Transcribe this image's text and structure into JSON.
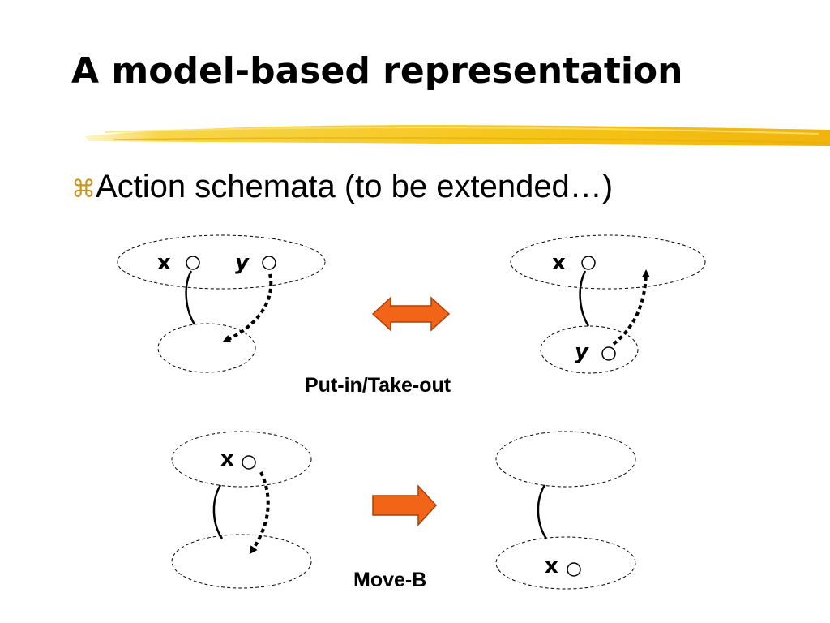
{
  "slide": {
    "title": "A model-based representation",
    "bullet_text": "Action schemata (to be extended…)",
    "bullet_glyph": "z",
    "accent_color": "#f5c518"
  },
  "diagram": {
    "put_in_take_out": {
      "caption": "Put-in/Take-out",
      "left": {
        "top_labels": [
          "x",
          "y"
        ]
      },
      "right": {
        "top_labels": [
          "x"
        ],
        "bottom_labels": [
          "y"
        ]
      },
      "arrow": "double-arrow-orange"
    },
    "move_b": {
      "caption": "Move-B",
      "left": {
        "top_labels": [
          "x"
        ]
      },
      "right": {
        "bottom_labels": [
          "x"
        ]
      },
      "arrow": "right-arrow-orange"
    }
  }
}
